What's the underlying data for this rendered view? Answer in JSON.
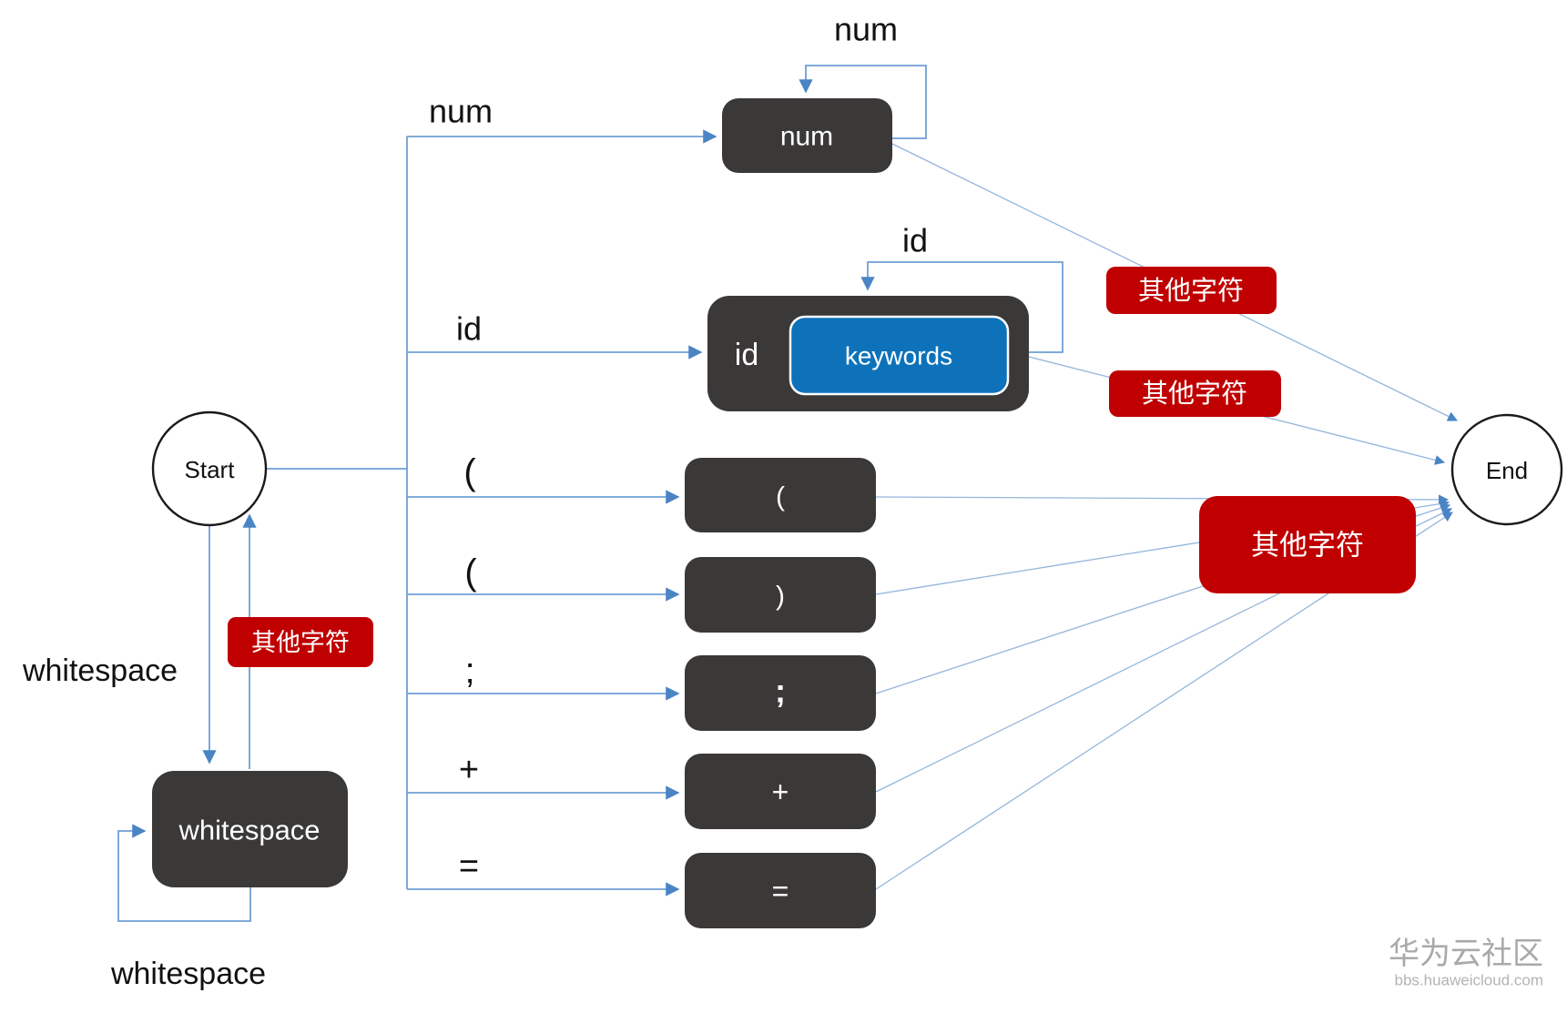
{
  "colors": {
    "node_dark": "#3b3838",
    "node_red": "#c00000",
    "node_blue": "#0d72ba",
    "edge_blue": "#6f9fd4",
    "arrow_blue": "#4a84c4"
  },
  "nodes": {
    "start": {
      "label": "Start"
    },
    "end": {
      "label": "End"
    },
    "num": {
      "label": "num"
    },
    "id": {
      "label": "id"
    },
    "keywords": {
      "label": "keywords"
    },
    "paren_open": {
      "label": "("
    },
    "paren_close": {
      "label": ")"
    },
    "semicolon": {
      "label": ";"
    },
    "plus": {
      "label": "+"
    },
    "equals": {
      "label": "="
    },
    "whitespace": {
      "label": "whitespace"
    },
    "other_chars_num": {
      "label": "其他字符"
    },
    "other_chars_id": {
      "label": "其他字符"
    },
    "other_chars_symbols": {
      "label": "其他字符"
    },
    "other_chars_whitespace": {
      "label": "其他字符"
    }
  },
  "edge_labels": {
    "num_loop": "num",
    "id_loop": "id",
    "branch_num": "num",
    "branch_id": "id",
    "branch_paren_open": "(",
    "branch_paren_close": "(",
    "branch_semicolon": ";",
    "branch_plus": "+",
    "branch_equals": "=",
    "start_whitespace": "whitespace",
    "whitespace_loop": "whitespace"
  },
  "watermark": {
    "title": "华为云社区",
    "subtitle": "bbs.huaweicloud.com"
  }
}
